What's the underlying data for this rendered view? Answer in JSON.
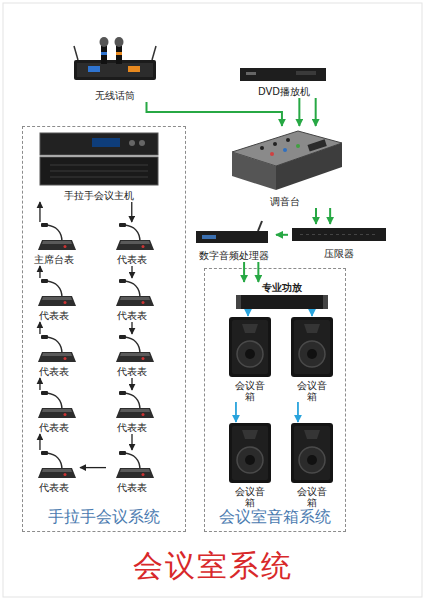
{
  "diagram": {
    "title": "会议室系统",
    "nodes": [
      {
        "text": [
          "无线话筒"
        ]
      },
      {
        "text": [
          "DVD播放机"
        ]
      },
      {
        "text": [
          "手拉手会议系统"
        ]
      },
      {
        "text": [
          "手拉手会议主机"
        ],
        "in": 2
      },
      {
        "text": [
          "主席台表"
        ],
        "in": 2
      },
      {
        "text": [
          "代表表"
        ],
        "in": 2
      },
      {
        "text": [
          "代表表"
        ],
        "in": 2
      },
      {
        "text": [
          "代表表"
        ],
        "in": 2
      },
      {
        "text": [
          "代表表"
        ],
        "in": 2
      },
      {
        "text": [
          "代表表"
        ],
        "in": 2
      },
      {
        "text": [
          "代表表"
        ],
        "in": 2
      },
      {
        "text": [
          "代表表"
        ],
        "in": 2
      },
      {
        "text": [
          "代表表"
        ],
        "in": 2
      },
      {
        "text": [
          "代表表"
        ],
        "in": 2
      },
      {
        "text": [
          "调音台"
        ]
      },
      {
        "text": [
          "压限器"
        ]
      },
      {
        "text": [
          "数字音频处理器"
        ]
      },
      {
        "text": [
          "会议室音箱系统"
        ]
      },
      {
        "text": [
          "专业功放"
        ],
        "in": 17
      },
      {
        "text": [
          "会议音箱"
        ],
        "in": 17
      },
      {
        "text": [
          "会议音箱"
        ],
        "in": 17
      },
      {
        "text": [
          "会议音箱"
        ],
        "in": 17
      },
      {
        "text": [
          "会议音箱"
        ],
        "in": 17
      }
    ],
    "edges": [
      {
        "from": 0,
        "to": 14,
        "arrow": "to"
      },
      {
        "from": 1,
        "to": 14,
        "arrow": "to"
      },
      {
        "from": 1,
        "to": 14,
        "arrow": "to"
      },
      {
        "from": 14,
        "to": 15,
        "arrow": "to"
      },
      {
        "from": 14,
        "to": 15,
        "arrow": "to"
      },
      {
        "from": 15,
        "to": 16,
        "arrow": "to"
      },
      {
        "from": 16,
        "to": 18,
        "arrow": "to"
      },
      {
        "from": 16,
        "to": 18,
        "arrow": "to"
      },
      {
        "from": 18,
        "to": 19,
        "arrow": "to"
      },
      {
        "from": 18,
        "to": 20,
        "arrow": "to"
      },
      {
        "from": 19,
        "to": 21,
        "arrow": "to"
      },
      {
        "from": 20,
        "to": 22,
        "arrow": "to"
      },
      {
        "from": 3,
        "to": 9,
        "arrow": "to"
      },
      {
        "from": 9,
        "to": 10,
        "arrow": "to"
      },
      {
        "from": 10,
        "to": 11,
        "arrow": "to"
      },
      {
        "from": 11,
        "to": 12,
        "arrow": "to"
      },
      {
        "from": 12,
        "to": 13,
        "arrow": "to"
      },
      {
        "from": 13,
        "to": 8,
        "arrow": "to"
      },
      {
        "from": 8,
        "to": 7,
        "arrow": "to"
      },
      {
        "from": 7,
        "to": 6,
        "arrow": "to"
      },
      {
        "from": 6,
        "to": 5,
        "arrow": "to"
      },
      {
        "from": 5,
        "to": 4,
        "arrow": "to"
      },
      {
        "from": 4,
        "to": 3,
        "arrow": "to"
      }
    ]
  }
}
